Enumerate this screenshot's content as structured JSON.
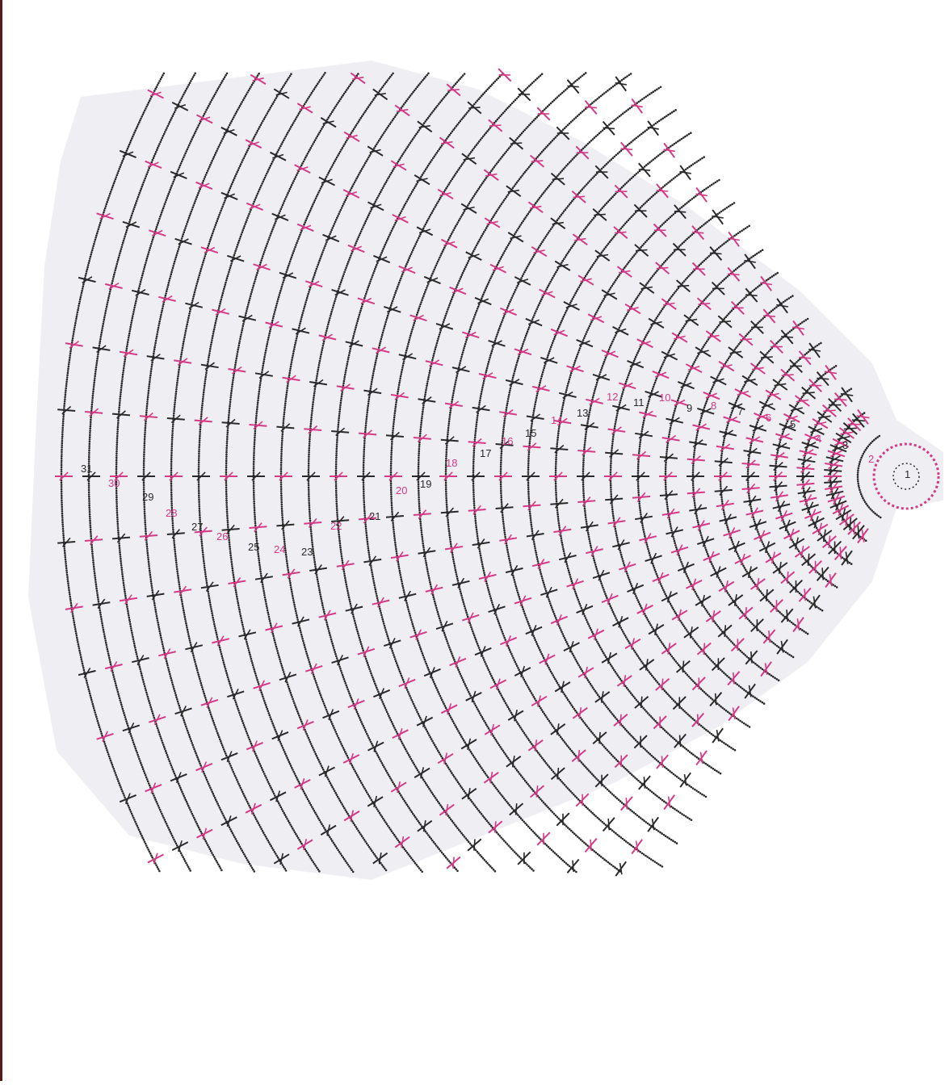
{
  "diagram": {
    "kind": "crochet-chart",
    "colors": {
      "pink": "#d63a86",
      "dark": "#2a2a2a",
      "paper": "#eeeef3",
      "background": "#ffffff",
      "edge": "#5a1a1a"
    },
    "row_labels": [
      "1",
      "2",
      "3",
      "4",
      "5",
      "6",
      "7",
      "8",
      "9",
      "10",
      "11",
      "12",
      "13",
      "14",
      "15",
      "16",
      "17",
      "18",
      "19",
      "20",
      "21",
      "22",
      "23",
      "24",
      "25",
      "26",
      "27",
      "28",
      "29",
      "30",
      "31"
    ]
  }
}
